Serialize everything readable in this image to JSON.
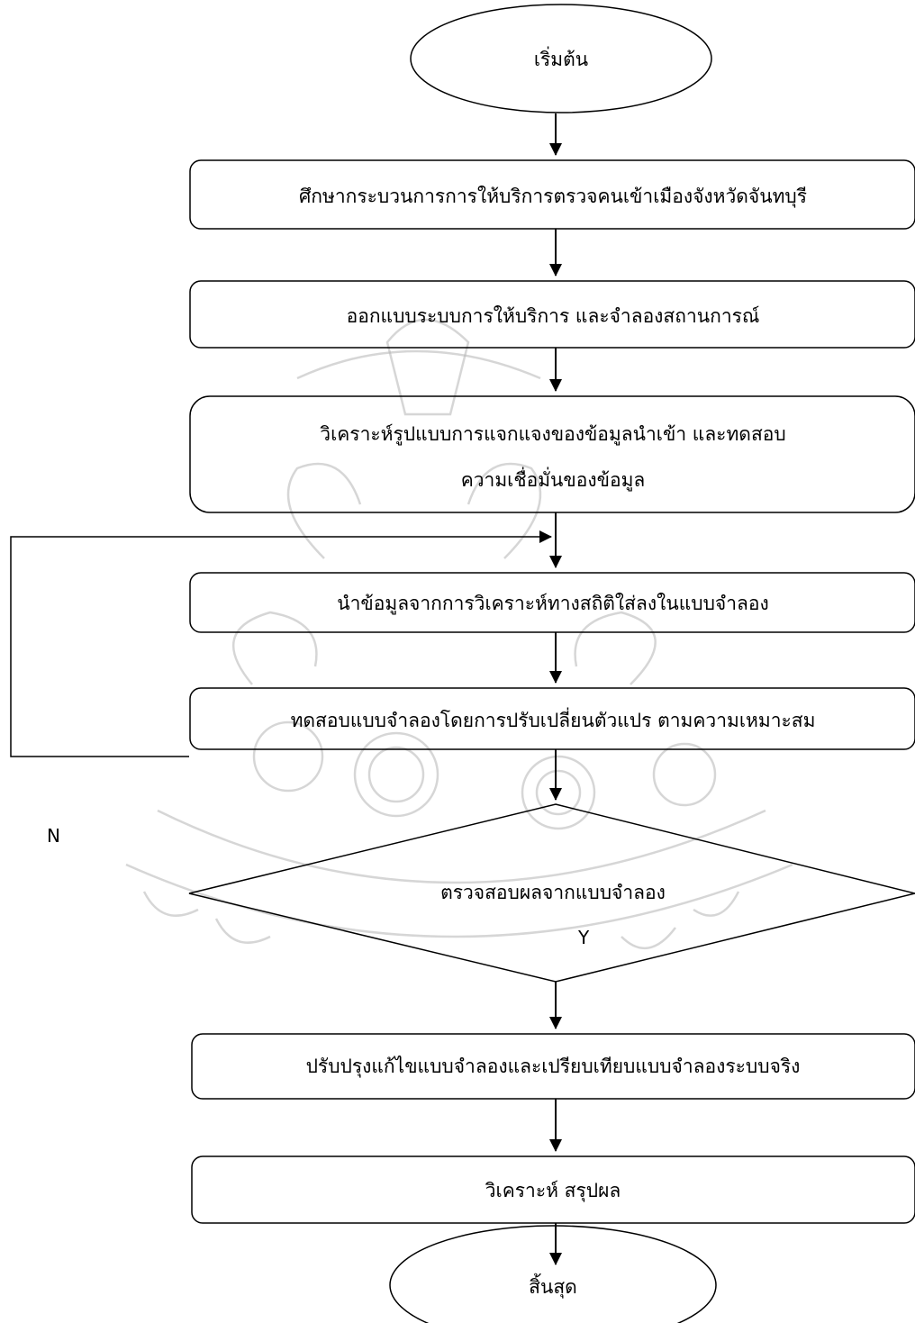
{
  "diagram": {
    "start_label": "เริ่มต้น",
    "steps": [
      "ศึกษากระบวนการการให้บริการตรวจคนเข้าเมืองจังหวัดจันทบุรี",
      "ออกแบบระบบการให้บริการ และจำลองสถานการณ์",
      "วิเคราะห์รูปแบบการแจกแจงของข้อมูลนำเข้า และทดสอบ",
      "ความเชื่อมั่นของข้อมูล",
      "นำข้อมูลจากการวิเคราะห์ทางสถิติใส่ลงในแบบจำลอง",
      "ทดสอบแบบจำลองโดยการปรับเปลี่ยนตัวแปร ตามความเหมาะสม",
      "ปรับปรุงแก้ไขแบบจำลองและเปรียบเทียบแบบจำลองระบบจริง",
      "วิเคราะห์ สรุปผล"
    ],
    "decision_label": "ตรวจสอบผลจากแบบจำลอง",
    "no_label": "N",
    "yes_label": "Y",
    "end_label": "สิ้นสุด"
  },
  "colors": {
    "stroke": "#000000",
    "background": "#ffffff",
    "watermark": "#b5b5b5"
  }
}
